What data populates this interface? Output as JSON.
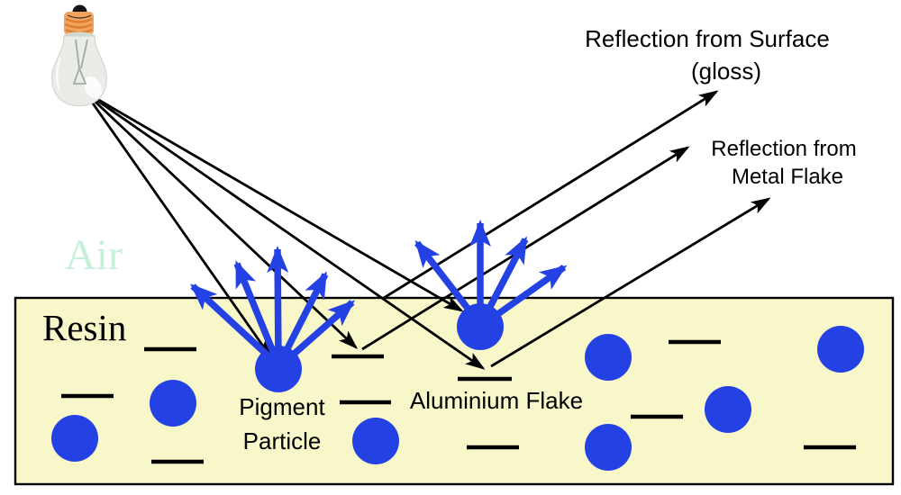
{
  "labels": {
    "air": "Air",
    "resin": "Resin",
    "pigment_particle": {
      "line1": "Pigment",
      "line2": "Particle"
    },
    "aluminium_flake": "Aluminium Flake",
    "reflection_surface": {
      "line1": "Reflection from Surface",
      "line2": "(gloss)"
    },
    "reflection_metal_flake": {
      "line1": "Reflection from",
      "line2": "Metal Flake"
    }
  },
  "colors": {
    "ink": "#000000",
    "resin_fill": "#F8F7C9",
    "particle_blue": "#2442E4",
    "air_text": "#C7F0DB",
    "bulb_base": "#F2A45C",
    "bulb_glass": "#E9ECE7"
  }
}
